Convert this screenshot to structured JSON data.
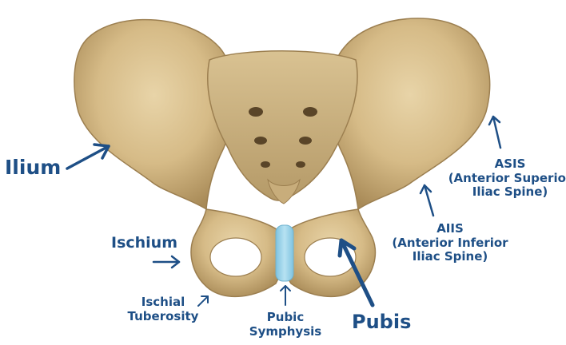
{
  "colors": {
    "label": "#1e4f86",
    "bone": "#d8bf8f",
    "bone_shadow": "#9c7f50",
    "cartilage": "#9fd4ea"
  },
  "labels": {
    "ilium": "Ilium",
    "ischium": "Ischium",
    "ischial_tuberosity": [
      "Ischial",
      "Tuberosity"
    ],
    "pubic_symphysis": [
      "Pubic",
      "Symphysis"
    ],
    "pubis": "Pubis",
    "aiis": [
      "AIIS",
      "(Anterior Inferior",
      "Iliac Spine)"
    ],
    "asis": [
      "ASIS",
      "(Anterior Superior",
      "Iliac Spine)"
    ]
  }
}
